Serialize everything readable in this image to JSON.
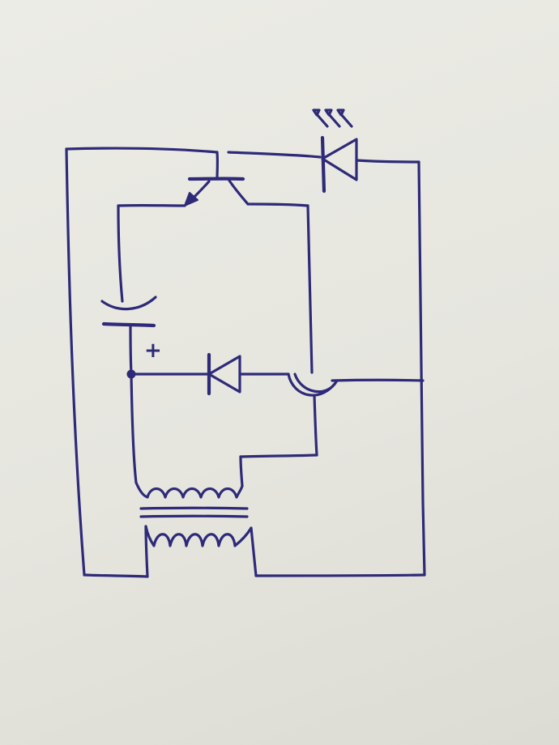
{
  "diagram": {
    "ink_color": "#2e2a78",
    "paper_color": "#e9e9e3",
    "components": [
      {
        "id": "transistor",
        "type": "transistor"
      },
      {
        "id": "led",
        "type": "led"
      },
      {
        "id": "capacitor",
        "type": "polarized-capacitor",
        "polarity_mark": "+"
      },
      {
        "id": "diode",
        "type": "diode"
      },
      {
        "id": "transformer",
        "type": "transformer",
        "windings": 2
      }
    ]
  }
}
